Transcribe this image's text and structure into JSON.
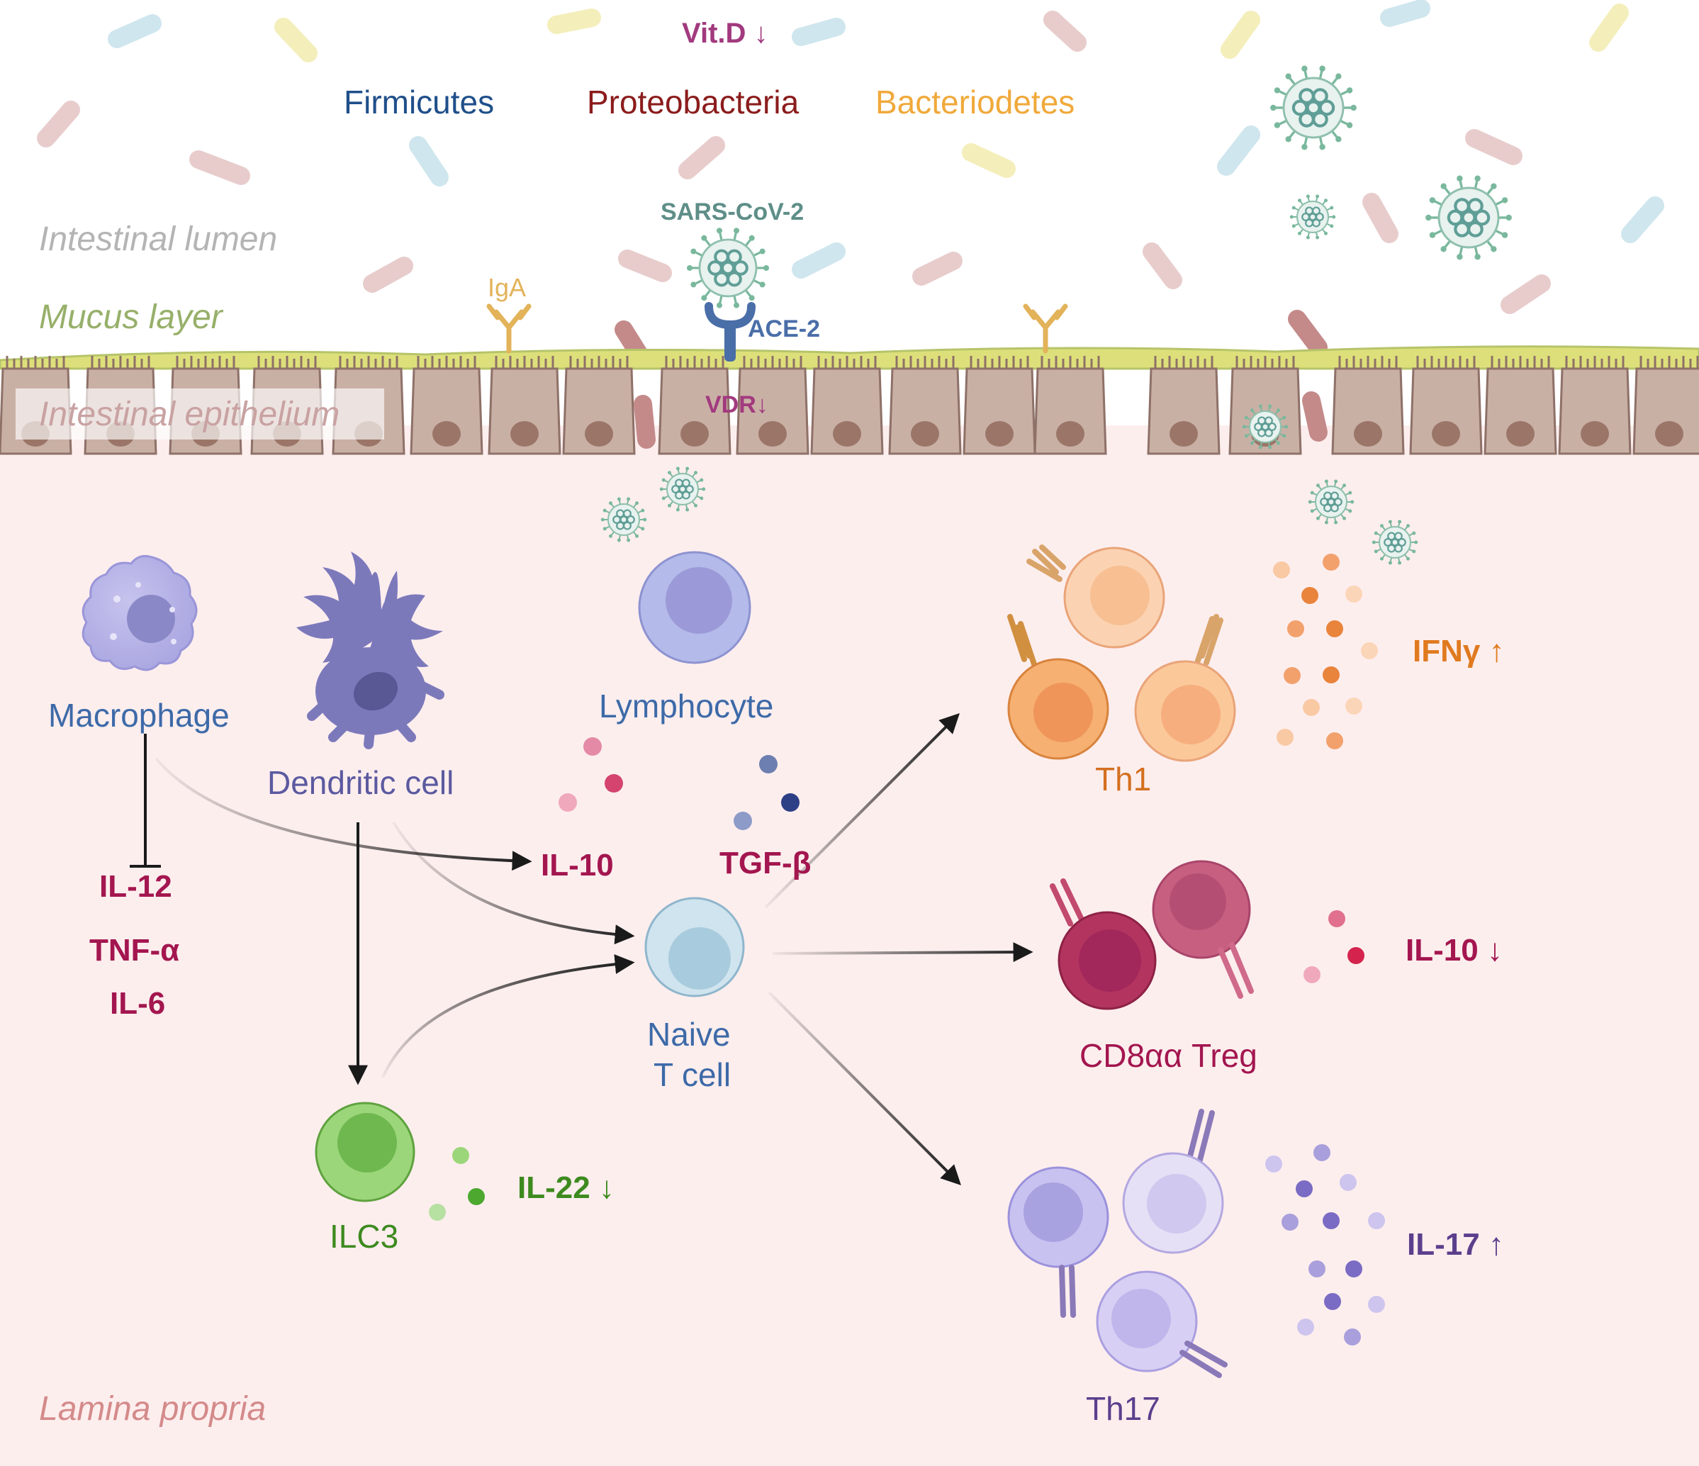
{
  "colors": {
    "lamina_bg": "#fdeeee",
    "epithelial_cell": "#c9b0a5",
    "nucleus": "#9b7668",
    "mucus": "#dde07a",
    "firmicutes": "#1f4f8a",
    "proteobacteria": "#8b1c1c",
    "bacteriodetes": "#f0a93a",
    "virus": "#6fb3a8",
    "cytokine_red": "#a3164f",
    "il22_green": "#3d8a1f",
    "ifng_orange": "#e07a1f",
    "il17_purple": "#5b3f8c"
  },
  "labels": {
    "vitd": "Vit.D",
    "firmicutes": "Firmicutes",
    "proteobacteria": "Proteobacteria",
    "bacteriodetes": "Bacteriodetes",
    "sars": "SARS-CoV-2",
    "lumen": "Intestinal lumen",
    "mucus": "Mucus layer",
    "iga": "IgA",
    "ace2": "ACE-2",
    "epithelium": "Intestinal epithelium",
    "vdr": "VDR",
    "macrophage": "Macrophage",
    "dendritic": "Dendritic cell",
    "lymphocyte": "Lymphocyte",
    "il12": "IL-12",
    "tnfa": "TNF-α",
    "il6": "IL-6",
    "il10_mid": "IL-10",
    "tgfb": "TGF-β",
    "naive_1": "Naive",
    "naive_2": "T cell",
    "ilc3": "ILC3",
    "il22": "IL-22",
    "th1": "Th1",
    "ifng": "IFNγ",
    "treg": "CD8αα Treg",
    "il10_right": "IL-10",
    "th17": "Th17",
    "il17": "IL-17",
    "lamina": "Lamina propria"
  },
  "arrows": {
    "down": "↓",
    "up": "↑"
  }
}
